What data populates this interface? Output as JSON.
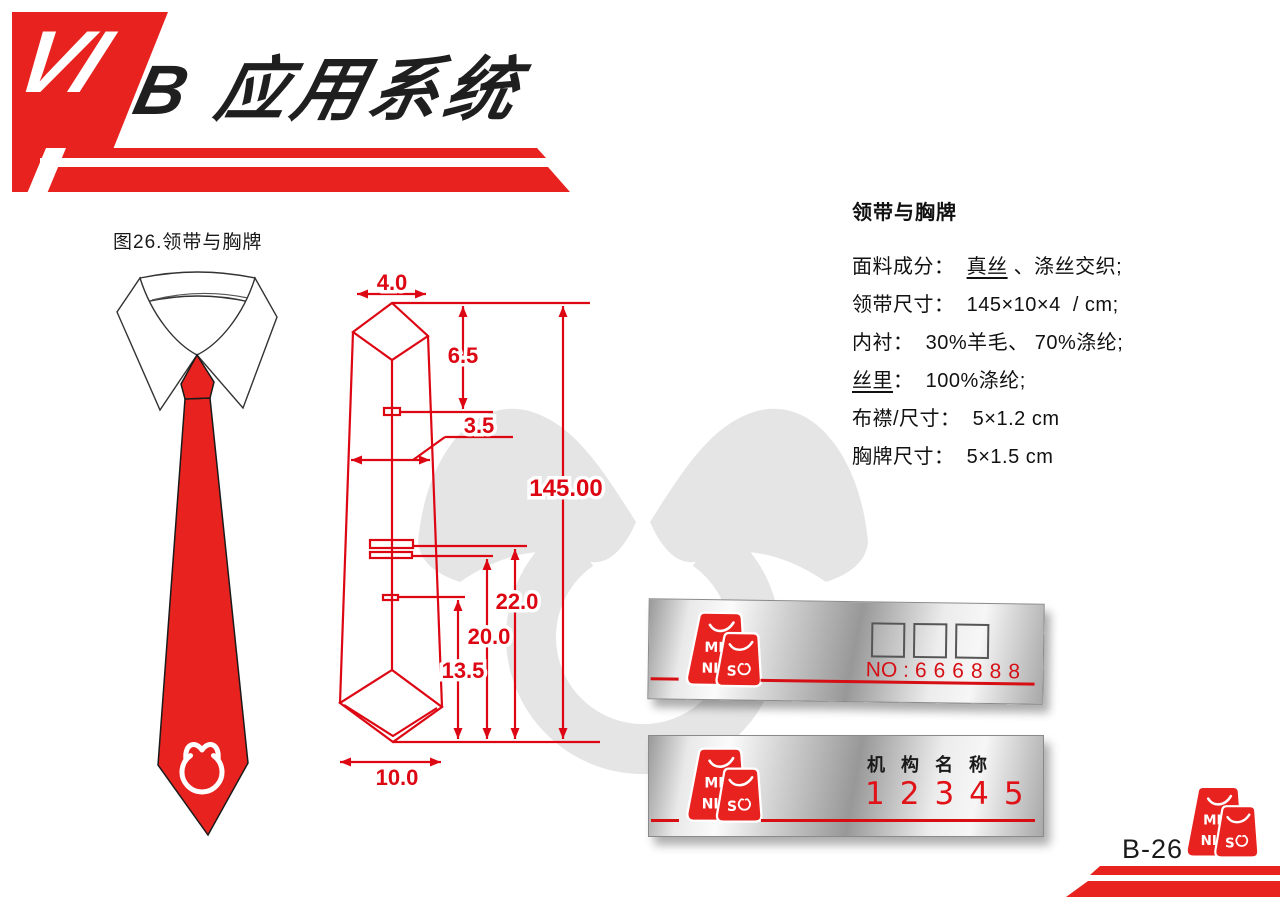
{
  "header": {
    "vi": "VI",
    "title": "B 应用系统"
  },
  "figure_caption": "图26.领带与胸牌",
  "drawing_labels": {
    "w_top": "4.0",
    "h_knot": "6.5",
    "w_mid": "3.5",
    "len_total": "145.00",
    "d22": "22.0",
    "d20": "20.0",
    "d13": "13.5",
    "w_bottom": "10.0"
  },
  "specs": {
    "title": "领带与胸牌",
    "l1_label": "面料成分：  ",
    "l1_underlined": "真丝",
    "l1_rest": " 、涤丝交织;",
    "l2": "领带尺寸：  145×10×4  / cm;",
    "l3": "内衬：  30%羊毛、 70%涤纶;",
    "l4_underlined": "丝里",
    "l4_rest": "：  100%涤纶;",
    "l5": "布襟/尺寸：  5×1.2 cm",
    "l6": "胸牌尺寸：  5×1.5 cm"
  },
  "badge_blank": {
    "no_prefix": "NO :",
    "no_value": "666888"
  },
  "badge_sample": {
    "org_label": "机构名称",
    "number": "12345"
  },
  "bags_logo": {
    "mi": "MI",
    "ni": "NI",
    "s": "S"
  },
  "footer": {
    "page_no": "B-26"
  },
  "colors": {
    "brand_red": "#e8231f",
    "line_red": "#dd0713",
    "watermark_gray": "#e5e5e5",
    "metal_light": "#f6f6f6",
    "metal_dark": "#989898"
  }
}
